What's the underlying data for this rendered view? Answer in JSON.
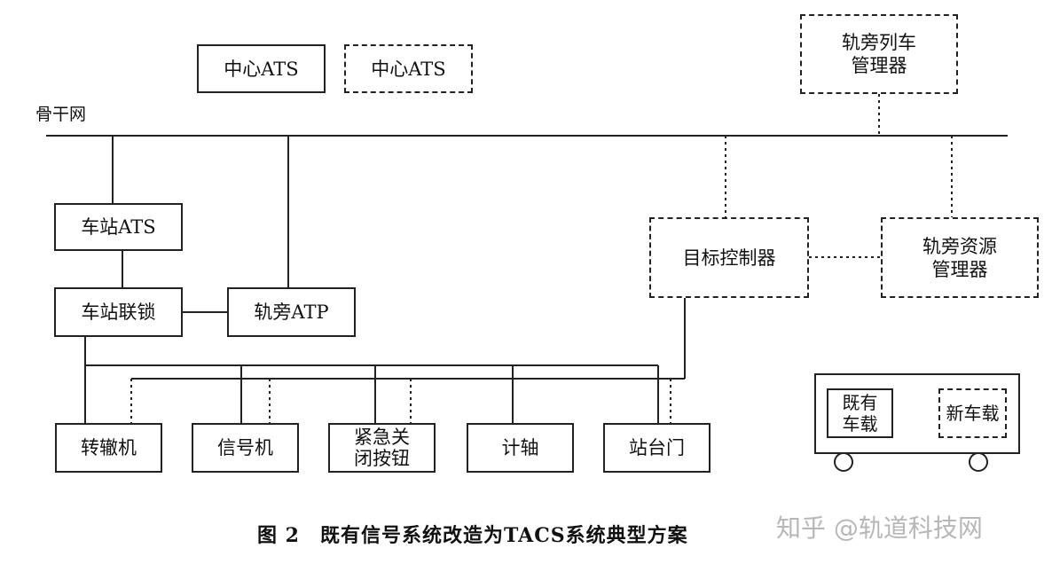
{
  "backbone_label": "骨干网",
  "nodes": {
    "center_ats": "中心ATS",
    "center_ats_new": "中心ATS",
    "trackside_train_manager": "轨旁列车\n管理器",
    "station_ats": "车站ATS",
    "station_interlock": "车站联锁",
    "trackside_atp": "轨旁ATP",
    "target_controller": "目标控制器",
    "trackside_resource_manager": "轨旁资源\n管理器",
    "switch_machine": "转辙机",
    "signal": "信号机",
    "emergency_button": "紧急关\n闭按钮",
    "axle_counter": "计轴",
    "platform_door": "站台门"
  },
  "vehicle": {
    "existing_onboard": "既有\n车载",
    "new_onboard": "新车载"
  },
  "caption": "图 2　既有信号系统改造为TACS系统典型方案",
  "watermark": "知乎 @轨道科技网"
}
